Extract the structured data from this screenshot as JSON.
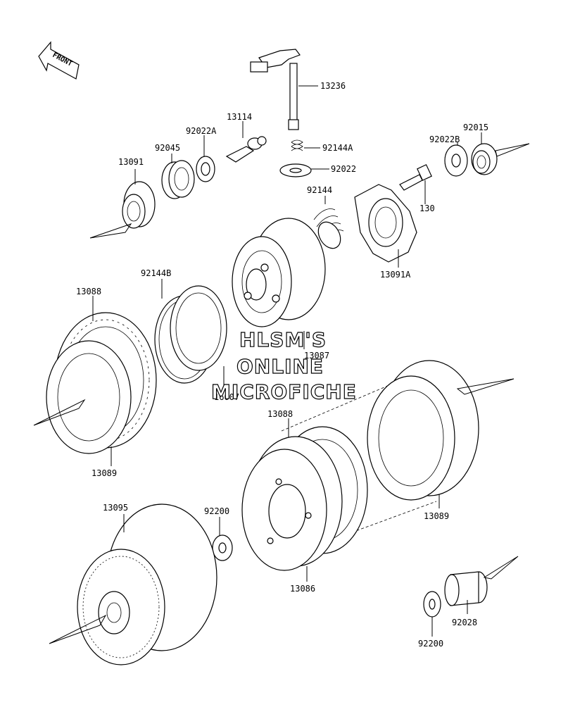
{
  "front_label": "FRONT",
  "watermark": [
    "HLSM'S",
    "ONLINE",
    "MICROFICHE"
  ],
  "parts": {
    "p13236": "13236",
    "p13114": "13114",
    "p92022A": "92022A",
    "p92045": "92045",
    "p13091": "13091",
    "p92144A": "92144A",
    "p92022": "92022",
    "p92022B": "92022B",
    "p92015": "92015",
    "p130": "130",
    "p92144": "92144",
    "p13091A": "13091A",
    "p92144B": "92144B",
    "p13088_top": "13088",
    "p13087": "13087",
    "p16007": "16007",
    "p13089_left": "13089",
    "p13088_mid": "13088",
    "p13089_right": "13089",
    "p13095": "13095",
    "p92200_mid": "92200",
    "p13086": "13086",
    "p92028": "92028",
    "p92200_bot": "92200"
  }
}
